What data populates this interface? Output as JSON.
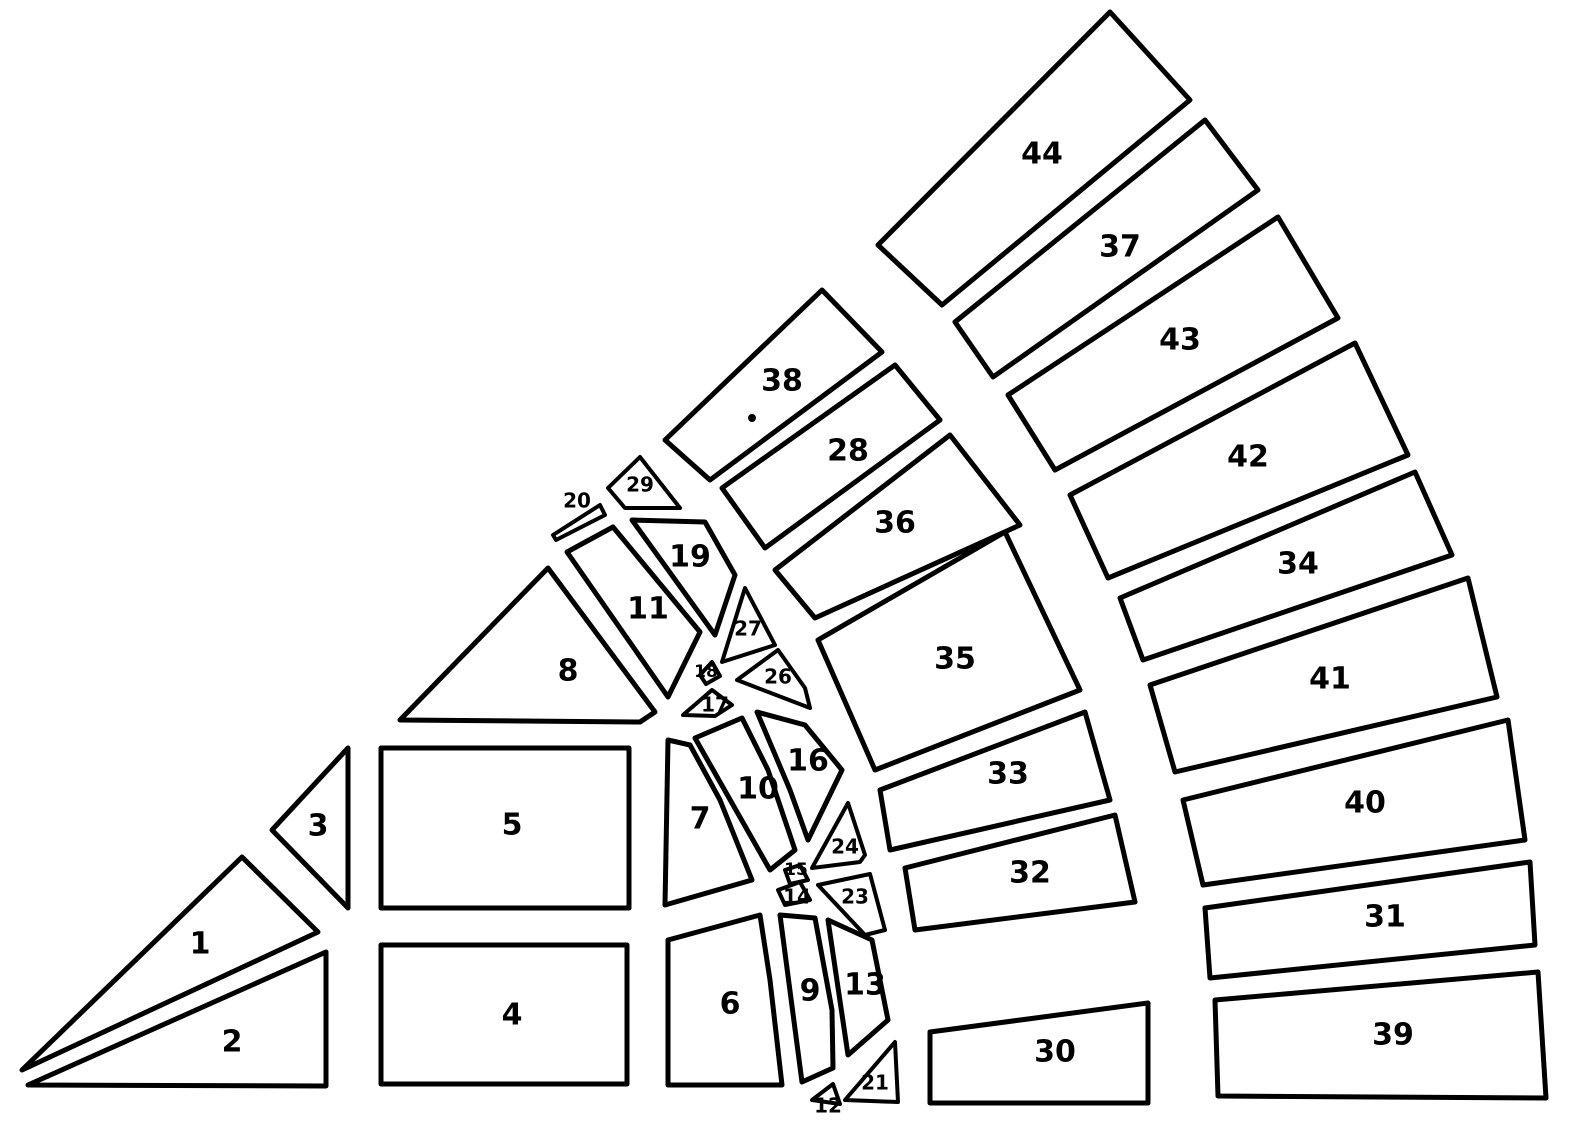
{
  "colors": {
    "stroke": "#000000",
    "fill": "#ffffff"
  },
  "pieces": [
    {
      "id": "1",
      "label": "1"
    },
    {
      "id": "2",
      "label": "2"
    },
    {
      "id": "3",
      "label": "3"
    },
    {
      "id": "4",
      "label": "4"
    },
    {
      "id": "5",
      "label": "5"
    },
    {
      "id": "6",
      "label": "6"
    },
    {
      "id": "7",
      "label": "7"
    },
    {
      "id": "8",
      "label": "8"
    },
    {
      "id": "9",
      "label": "9"
    },
    {
      "id": "10",
      "label": "10"
    },
    {
      "id": "11",
      "label": "11"
    },
    {
      "id": "12",
      "label": "12"
    },
    {
      "id": "13",
      "label": "13"
    },
    {
      "id": "14",
      "label": "14"
    },
    {
      "id": "15",
      "label": "15"
    },
    {
      "id": "16",
      "label": "16"
    },
    {
      "id": "17",
      "label": "17"
    },
    {
      "id": "18",
      "label": "18"
    },
    {
      "id": "19",
      "label": "19"
    },
    {
      "id": "20",
      "label": "20"
    },
    {
      "id": "21",
      "label": "21"
    },
    {
      "id": "23",
      "label": "23"
    },
    {
      "id": "24",
      "label": "24"
    },
    {
      "id": "26",
      "label": "26"
    },
    {
      "id": "27",
      "label": "27"
    },
    {
      "id": "28",
      "label": "28"
    },
    {
      "id": "29",
      "label": "29"
    },
    {
      "id": "30",
      "label": "30"
    },
    {
      "id": "31",
      "label": "31"
    },
    {
      "id": "32",
      "label": "32"
    },
    {
      "id": "33",
      "label": "33"
    },
    {
      "id": "34",
      "label": "34"
    },
    {
      "id": "35",
      "label": "35"
    },
    {
      "id": "36",
      "label": "36"
    },
    {
      "id": "37",
      "label": "37"
    },
    {
      "id": "38",
      "label": "38"
    },
    {
      "id": "39",
      "label": "39"
    },
    {
      "id": "40",
      "label": "40"
    },
    {
      "id": "41",
      "label": "41"
    },
    {
      "id": "42",
      "label": "42"
    },
    {
      "id": "43",
      "label": "43"
    },
    {
      "id": "44",
      "label": "44"
    }
  ]
}
